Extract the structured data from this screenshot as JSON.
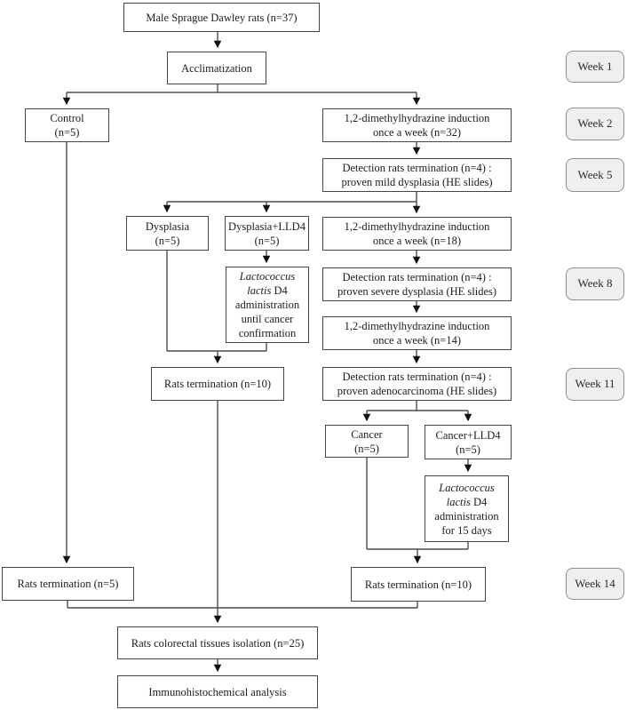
{
  "diagram": {
    "title": "Rat study experimental design flowchart",
    "nodes": {
      "male_rats": "Male Sprague Dawley rats (n=37)",
      "acclimatization": "Acclimatization",
      "control": "Control\n(n=5)",
      "dmh_32": "1,2-dimethylhydrazine induction\nonce a week (n=32)",
      "det_mild": "Detection rats termination (n=4) :\nproven mild dysplasia (HE slides)",
      "dysplasia": "Dysplasia\n(n=5)",
      "dysplasia_lld4": "Dysplasia+LLD4\n(n=5)",
      "lld4_until": {
        "italic": "Lactococcus lactis",
        "rest": "D4 administration until cancer confirmation"
      },
      "dmh_18": "1,2-dimethylhydrazine induction\nonce a week (n=18)",
      "det_severe": "Detection rats termination (n=4) :\nproven severe dysplasia (HE slides)",
      "dmh_14": "1,2-dimethylhydrazine induction\nonce a week (n=14)",
      "rats_term_10_mid": "Rats termination (n=10)",
      "det_adeno": "Detection rats termination (n=4) :\nproven adenocarcinoma (HE slides)",
      "cancer": "Cancer\n(n=5)",
      "cancer_lld4": "Cancer+LLD4\n(n=5)",
      "lld4_15d": {
        "italic": "Lactococcus lactis",
        "rest": "D4 administration for 15 days"
      },
      "rats_term_5": "Rats termination (n=5)",
      "rats_term_10_right": "Rats termination (n=10)",
      "colorectal": "Rats colorectal tissues isolation (n=25)",
      "immuno": "Immunohistochemical analysis"
    },
    "weeks": [
      "Week 1",
      "Week 2",
      "Week 5",
      "Week 8",
      "Week 11",
      "Week 14"
    ],
    "colors": {
      "background": "#ffffff",
      "box_border": "#454545",
      "line": "#4d4d4d",
      "arrowhead": "#111111",
      "badge_bg": "#efefef",
      "badge_border": "#8f8f8f",
      "text": "#1c1c1c"
    }
  }
}
